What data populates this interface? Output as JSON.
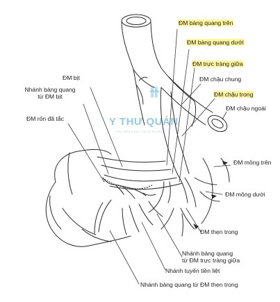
{
  "highlight_color": "#fff59a",
  "watermark": {
    "name": "Y THƯ QUÁN",
    "tagline": "THƯ VIỆN Y HỌC TRỰC TUYẾN",
    "color": "#3ca0cd",
    "icon": "medical-cross-logo"
  },
  "labels": {
    "bang_quang_tren": "ĐM bàng quang trên",
    "bang_quang_duoi": "ĐM bàng quang dưới",
    "truc_trang_giua": "ĐM trực tràng giữa",
    "chau_chung": "ĐM chậu chung",
    "chau_trong": "ĐM chậu trong",
    "chau_ngoai": "ĐM chậu ngoài",
    "bit": "ĐM bịt",
    "nhanh_bq_bit_1": "Nhánh bàng quang",
    "nhanh_bq_bit_2": "từ ĐM bịt",
    "ron_da_tac": "ĐM rốn đã tắc",
    "mong_tren": "ĐM mông trên",
    "mong_duoi": "ĐM mông dưới",
    "then_trong": "ĐM thẹn trong",
    "nhanh_bq_ttg_1": "Nhánh bàng quang",
    "nhanh_bq_ttg_2": "từ ĐM trực tràng giữa",
    "tuyen_tien_liet": "Nhánh tuyến tiền liệt",
    "nhanh_bq_then": "Nhánh bàng quang từ ĐM thẹn trong"
  }
}
